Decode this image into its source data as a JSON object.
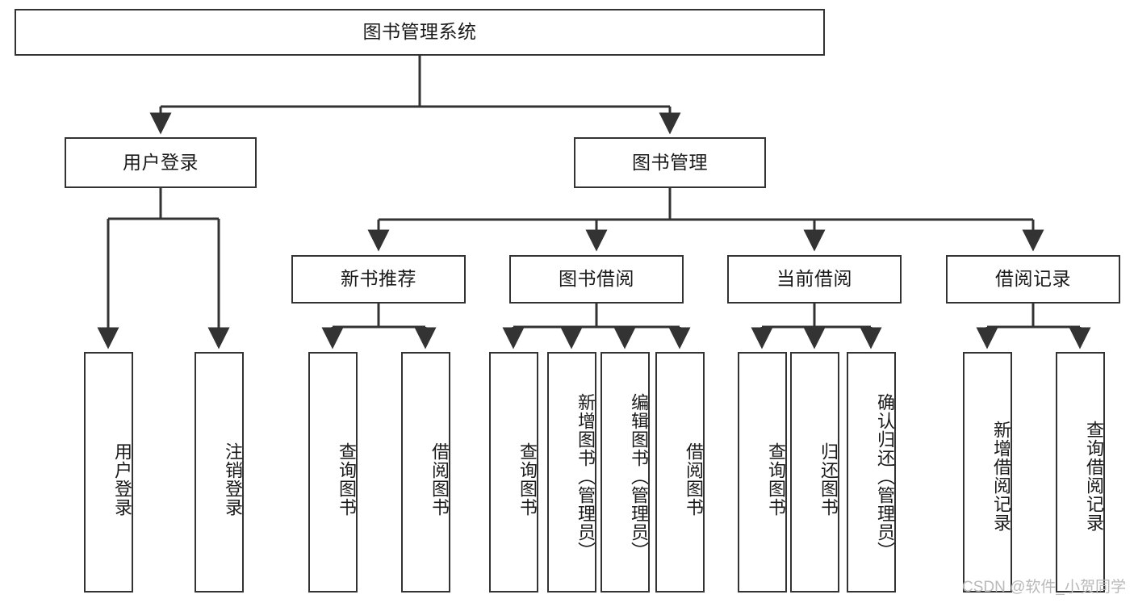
{
  "diagram": {
    "type": "tree-hierarchy-flowchart",
    "title": "图书管理系统",
    "colors": {
      "stroke": "#333333",
      "fill": "#ffffff",
      "text": "#1a1a1a",
      "watermark": "#b9b9b9"
    },
    "levels": {
      "root": {
        "label": "图书管理系统"
      },
      "level2": [
        {
          "id": "user-login",
          "label": "用户登录"
        },
        {
          "id": "book-management",
          "label": "图书管理"
        }
      ],
      "level3": [
        {
          "id": "new-book-recommend",
          "label": "新书推荐",
          "parent": "book-management"
        },
        {
          "id": "book-borrow",
          "label": "图书借阅",
          "parent": "book-management"
        },
        {
          "id": "current-borrow",
          "label": "当前借阅",
          "parent": "book-management"
        },
        {
          "id": "borrow-record",
          "label": "借阅记录",
          "parent": "book-management"
        }
      ],
      "leaves": [
        {
          "id": "leaf-user-login",
          "label": "用户登录",
          "parent": "user-login"
        },
        {
          "id": "leaf-logout-login",
          "label": "注销登录",
          "parent": "user-login"
        },
        {
          "id": "leaf-query-book-1",
          "label": "查询图书",
          "parent": "new-book-recommend"
        },
        {
          "id": "leaf-borrow-book-1",
          "label": "借阅图书",
          "parent": "new-book-recommend"
        },
        {
          "id": "leaf-query-book-2",
          "label": "查询图书",
          "parent": "book-borrow"
        },
        {
          "id": "leaf-add-book",
          "label": "新增图书（管理员）",
          "parent": "book-borrow"
        },
        {
          "id": "leaf-edit-book",
          "label": "编辑图书（管理员）",
          "parent": "book-borrow"
        },
        {
          "id": "leaf-borrow-book-2",
          "label": "借阅图书",
          "parent": "book-borrow"
        },
        {
          "id": "leaf-query-book-3",
          "label": "查询图书",
          "parent": "current-borrow"
        },
        {
          "id": "leaf-return-book",
          "label": "归还图书",
          "parent": "current-borrow"
        },
        {
          "id": "leaf-confirm-return",
          "label": "确认归还（管理员）",
          "parent": "current-borrow"
        },
        {
          "id": "leaf-add-record",
          "label": "新增借阅记录",
          "parent": "borrow-record"
        },
        {
          "id": "leaf-query-record",
          "label": "查询借阅记录",
          "parent": "borrow-record"
        }
      ]
    },
    "watermark": "CSDN @软件_小贺同学"
  }
}
